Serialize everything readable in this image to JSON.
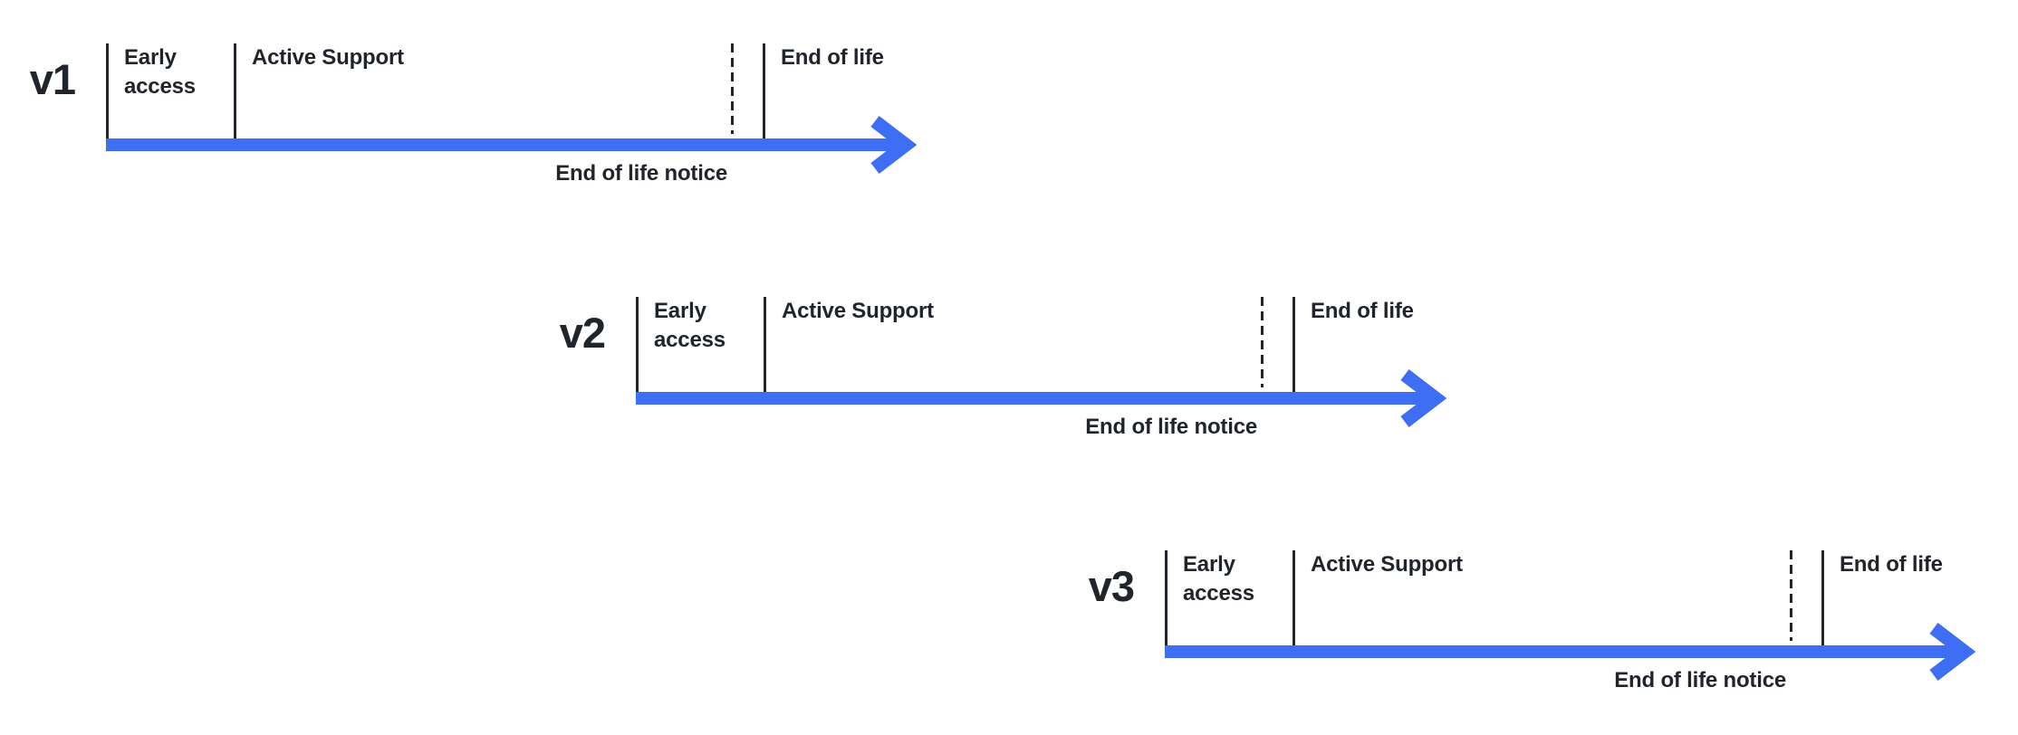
{
  "colors": {
    "arrow_blue": "#3E6EF3",
    "ink": "#20252B",
    "background": "#FFFFFF"
  },
  "diagram_type": "version-lifecycle-timeline",
  "timelines": [
    {
      "version": "v1",
      "labels": {
        "early_access": "Early access",
        "active_support": "Active Support",
        "end_of_life": "End of life",
        "end_of_life_notice": "End of life notice"
      }
    },
    {
      "version": "v2",
      "labels": {
        "early_access": "Early access",
        "active_support": "Active Support",
        "end_of_life": "End of life",
        "end_of_life_notice": "End of life notice"
      }
    },
    {
      "version": "v3",
      "labels": {
        "early_access": "Early access",
        "active_support": "Active Support",
        "end_of_life": "End of life",
        "end_of_life_notice": "End of life notice"
      }
    }
  ]
}
